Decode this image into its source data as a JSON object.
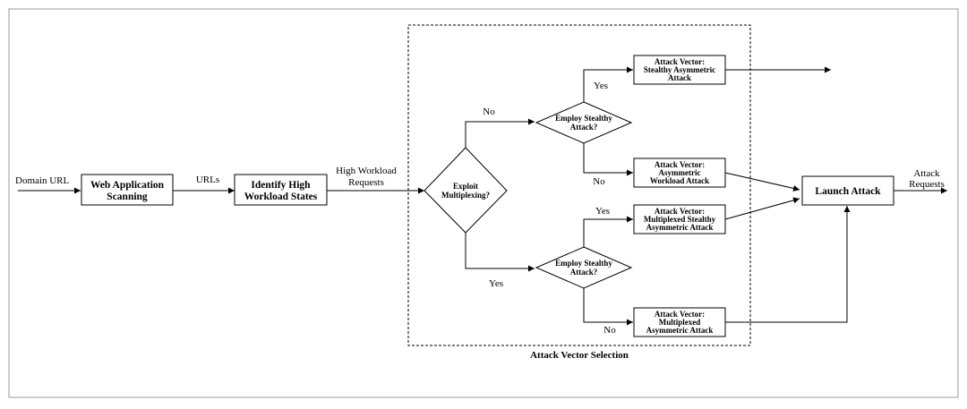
{
  "inputs": {
    "domain_url": "Domain URL"
  },
  "boxes": {
    "web_app_scanning": [
      "Web Application",
      "Scanning"
    ],
    "identify_high_workload": [
      "Identify High",
      "Workload States"
    ],
    "launch_attack": "Launch Attack",
    "vector_stealthy_asym": [
      "Attack Vector:",
      "Stealthy Asymmetric",
      "Attack"
    ],
    "vector_asym_workload": [
      "Attack Vector:",
      "Asymmetric",
      "Workload Attack"
    ],
    "vector_multi_stealthy": [
      "Attack Vector:",
      "Multiplexed Stealthy",
      "Asymmetric Attack"
    ],
    "vector_multi_asym": [
      "Attack Vector:",
      "Multiplexed",
      "Asymmetric Attack"
    ]
  },
  "decisions": {
    "exploit_multiplexing": [
      "Exploit",
      "Multiplexing?"
    ],
    "stealthy_top": [
      "Employ Stealthy",
      "Attack?"
    ],
    "stealthy_bottom": [
      "Employ Stealthy",
      "Attack?"
    ]
  },
  "edge_labels": {
    "urls": "URLs",
    "high_workload_requests": [
      "High Workload",
      "Requests"
    ],
    "no_upper": "No",
    "yes_lower": "Yes",
    "yes_top": "Yes",
    "no_top_bottom": "No",
    "yes_bottom_top": "Yes",
    "no_bottom": "No",
    "attack_requests": [
      "Attack",
      "Requests"
    ]
  },
  "group": {
    "title": "Attack Vector Selection"
  }
}
